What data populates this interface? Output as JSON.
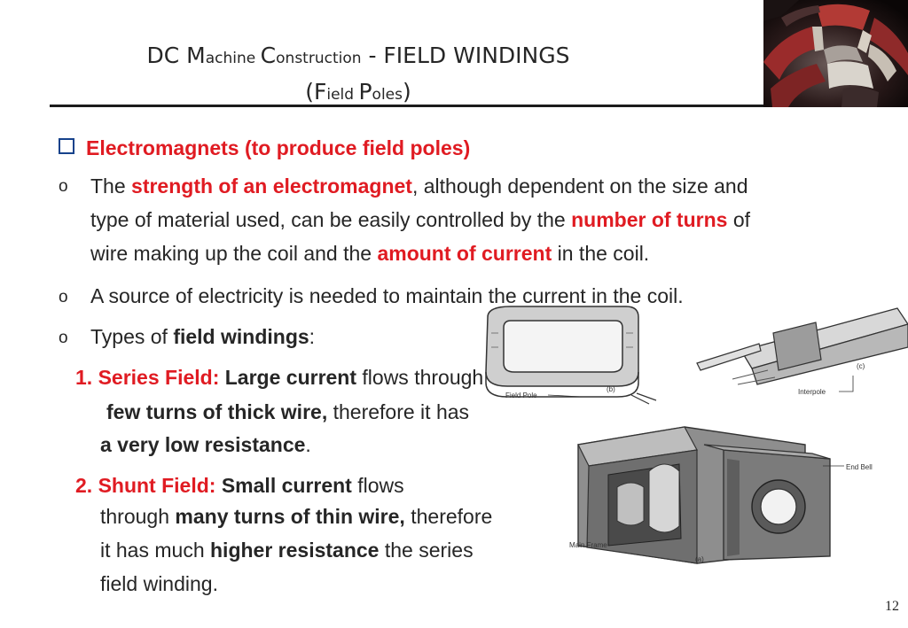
{
  "slide": {
    "title": {
      "l1_a": "DC M",
      "l1_b": "achine ",
      "l1_c": "C",
      "l1_d": "onstruction",
      "l1_e": " - FIELD WINDINGS",
      "l2_a": "(F",
      "l2_b": "ield ",
      "l2_c": "P",
      "l2_d": "oles",
      "l2_e": ")"
    },
    "heading": "Electromagnets (to produce field poles)",
    "bullet_marker": "o",
    "b1": {
      "l1_a": "The ",
      "l1_b": "strength of an electromagnet",
      "l1_c": ", although dependent on the size and",
      "l2_a": "type of material used, can be easily controlled by the ",
      "l2_b": "number of turns",
      "l2_c": " of",
      "l3_a": "wire making up the coil and the ",
      "l3_b": "amount of current",
      "l3_c": " in the coil."
    },
    "b2": "A source of electricity is needed to maintain the current in the coil.",
    "b3": {
      "a": "Types of ",
      "b": "field windings",
      "c": ":"
    },
    "series": {
      "num": "1. Series Field: ",
      "a": "Large current",
      "b": " flows through",
      "c": "few turns of thick wire,",
      "d": " therefore it has",
      "e": "a very low resistance",
      "f": "."
    },
    "shunt": {
      "num": "2. Shunt Field: ",
      "a": "Small current",
      "b": " flows",
      "c": "through ",
      "d": "many turns of thin wire,",
      "e": " therefore",
      "f": "it has much ",
      "g": "higher resistance",
      "h": " the series",
      "i": "field winding."
    },
    "figure_labels": {
      "b": "(b)",
      "field_pole": "Field Pole",
      "c": "(c)",
      "interpole": "Interpole",
      "end_bell": "End Bell",
      "main_frame": "Main Frame",
      "a": "(a)"
    },
    "page_number": "12"
  },
  "colors": {
    "accent_red": "#e01b22",
    "text": "#262626",
    "checkbox_blue": "#16428b"
  }
}
